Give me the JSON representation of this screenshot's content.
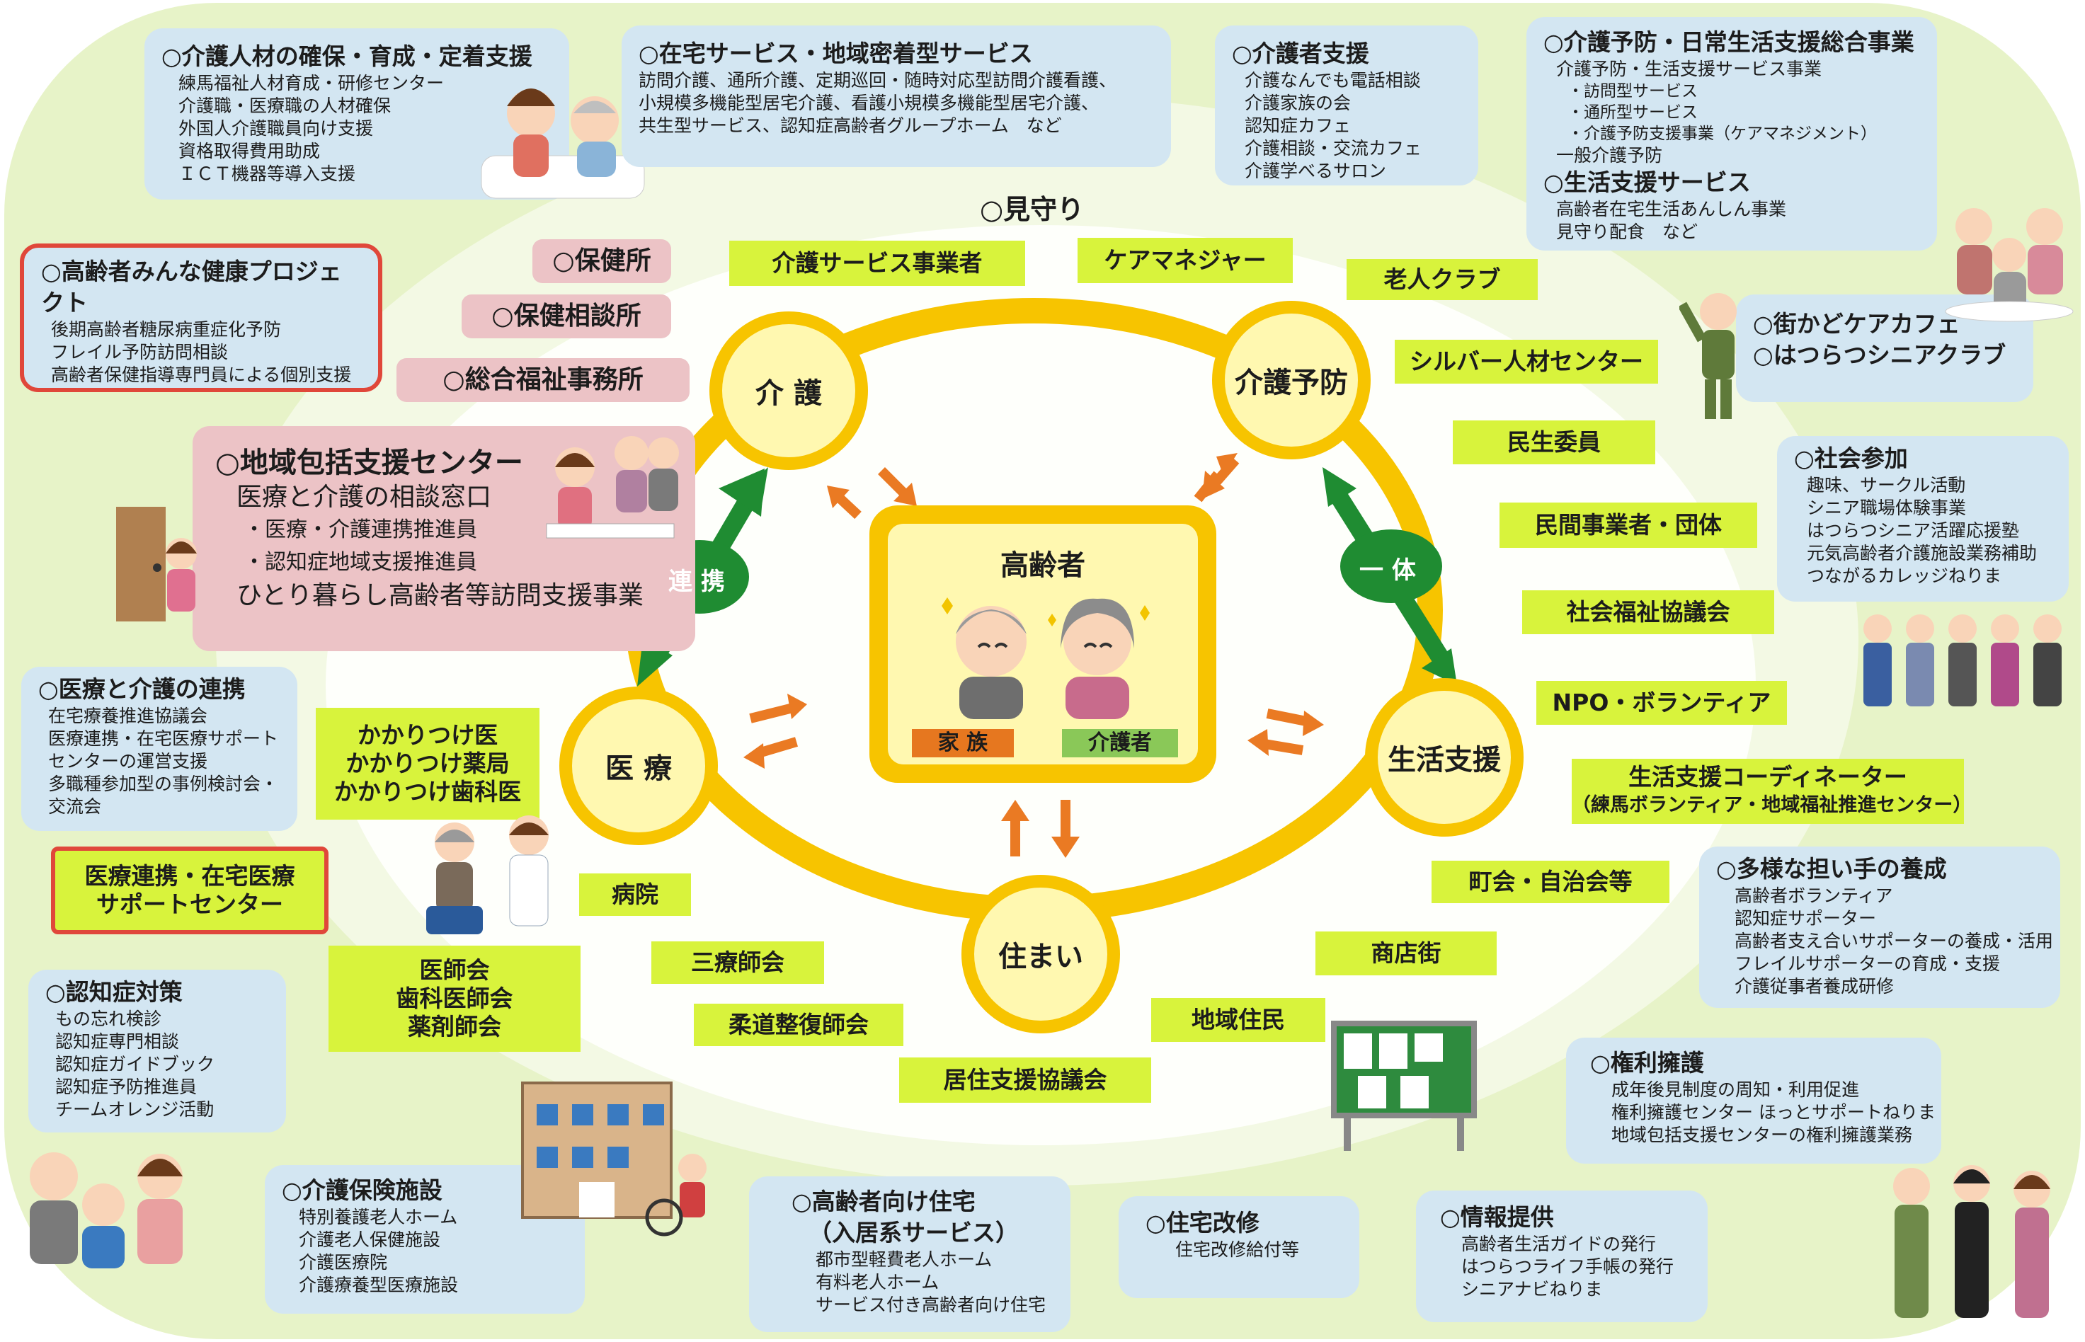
{
  "watch_label": "○見守り",
  "center": {
    "title": "高齢者",
    "family": "家 族",
    "caregiver": "介護者"
  },
  "circles": {
    "kaigo": "介 護",
    "yobo": "介護予防",
    "iryo": "医 療",
    "seikatsu": "生活支援",
    "sumai": "住まい"
  },
  "links": {
    "renkei": "連 携",
    "ittai": "一 体"
  },
  "boxes": {
    "jinzai": {
      "title": "○介護人材の確保・育成・定着支援",
      "items": [
        "練馬福祉人材育成・研修センター",
        "介護職・医療職の人材確保",
        "外国人介護職員向け支援",
        "資格取得費用助成",
        "ＩＣＴ機器等導入支援"
      ]
    },
    "zaitaku": {
      "title": "○在宅サービス・地域密着型サービス",
      "items": [
        "訪問介護、通所介護、定期巡回・随時対応型訪問介護看護、",
        "小規模多機能型居宅介護、看護小規模多機能型居宅介護、",
        "共生型サービス、認知症高齢者グループホーム　など"
      ]
    },
    "kaigosha": {
      "title": "○介護者支援",
      "items": [
        "介護なんでも電話相談",
        "介護家族の会",
        "認知症カフェ",
        "介護相談・交流カフェ",
        "介護学べるサロン"
      ]
    },
    "yobo_sogo": {
      "title": "○介護予防・日常生活支援総合事業",
      "items": [
        "介護予防・生活支援サービス事業"
      ],
      "sub": [
        "・訪問型サービス",
        "・通所型サービス",
        "・介護予防支援事業（ケアマネジメント）"
      ],
      "items2": [
        "一般介護予防"
      ],
      "title2": "○生活支援サービス",
      "items3": [
        "高齢者在宅生活あんしん事業",
        "見守り配食　など"
      ]
    },
    "kenko": {
      "title": "○高齢者みんな健康プロジェクト",
      "items": [
        "後期高齢者糖尿病重症化予防",
        "フレイル予防訪問相談",
        "高齢者保健指導専門員による個別支援"
      ]
    },
    "cafe": {
      "items": [
        "○街かどケアカフェ",
        "○はつらつシニアクラブ"
      ]
    },
    "shakai": {
      "title": "○社会参加",
      "items": [
        "趣味、サークル活動",
        "シニア職場体験事業",
        "はつらつシニア活躍応援塾",
        "元気高齢者介護施設業務補助",
        "つながるカレッジねりま"
      ]
    },
    "renkei_box": {
      "title": "○医療と介護の連携",
      "items": [
        "在宅療養推進協議会",
        "医療連携・在宅医療サポート",
        "センターの運営支援",
        "多職種参加型の事例検討会・",
        "交流会"
      ]
    },
    "ninchi": {
      "title": "○認知症対策",
      "items": [
        "もの忘れ検診",
        "認知症専門相談",
        "認知症ガイドブック",
        "認知症予防推進員",
        "チームオレンジ活動"
      ]
    },
    "hoken_shisetsu": {
      "title": "○介護保険施設",
      "items": [
        "特別養護老人ホーム",
        "介護老人保健施設",
        "介護医療院",
        "介護療養型医療施設"
      ]
    },
    "jutaku": {
      "title": "○高齢者向け住宅",
      "title2": "（入居系サービス）",
      "items": [
        "都市型軽費老人ホーム",
        "有料老人ホーム",
        "サービス付き高齢者向け住宅"
      ]
    },
    "kaishu": {
      "title": "○住宅改修",
      "items": [
        "住宅改修給付等"
      ]
    },
    "joho": {
      "title": "○情報提供",
      "items": [
        "高齢者生活ガイドの発行",
        "はつらつライフ手帳の発行",
        "シニアナビねりま"
      ]
    },
    "kenri": {
      "title": "○権利擁護",
      "items": [
        "成年後見制度の周知・利用促進",
        "権利擁護センター ほっとサポートねりま",
        "地域包括支援センターの権利擁護業務"
      ]
    },
    "ninaite": {
      "title": "○多様な担い手の養成",
      "items": [
        "高齢者ボランティア",
        "認知症サポーター",
        "高齢者支え合いサポーターの養成・活用",
        "フレイルサポーターの育成・支援",
        "介護従事者養成研修"
      ]
    },
    "houkatsu": {
      "title": "○地域包括支援センター",
      "sub": "医療と介護の相談窓口",
      "items": [
        "・医療・介護連携推進員",
        "・認知症地域支援推進員"
      ],
      "last": "ひとり暮らし高齢者等訪問支援事業"
    }
  },
  "pink": [
    "○保健所",
    "○保健相談所",
    "○総合福祉事務所"
  ],
  "green": {
    "kaigo_jigyo": "介護サービス事業者",
    "caremane": "ケアマネジャー",
    "rojin": "老人クラブ",
    "silver": "シルバー人材センター",
    "minsei": "民生委員",
    "minkan": "民間事業者・団体",
    "shakyo": "社会福祉協議会",
    "npo": "NPO・ボランティア",
    "coord1": "生活支援コーディネーター",
    "coord2": "（練馬ボランティア・地域福祉推進センター）",
    "chokai": "町会・自治会等",
    "shoten": "商店街",
    "jumin": "地域住民",
    "kyogikai": "居住支援協議会",
    "judo": "柔道整復師会",
    "sanryo": "三療師会",
    "byoin": "病院",
    "kakari1": "かかりつけ医",
    "kakari2": "かかりつけ薬局",
    "kakari3": "かかりつけ歯科医",
    "ishikai1": "医師会",
    "ishikai2": "歯科医師会",
    "ishikai3": "薬剤師会",
    "center1": "医療連携・在宅医療",
    "center2": "サポートセンター"
  },
  "colors": {
    "ring": "#f7c400",
    "blue": "#d3e6f2",
    "green": "#d8f33c",
    "pink": "#ecc3c6",
    "arrow_orange": "#ea7a23",
    "arrow_green": "#1f8c32",
    "red_border": "#e0473a"
  }
}
